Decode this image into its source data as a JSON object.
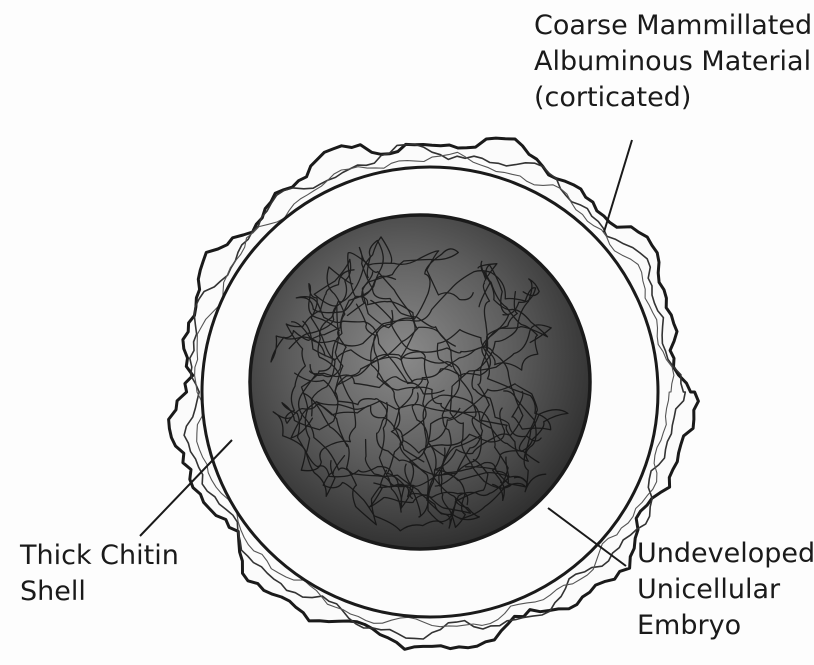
{
  "labels": {
    "coat": [
      "Coarse Mammillated",
      "Albuminous Material",
      "(corticated)"
    ],
    "shell": [
      "Thick Chitin",
      "Shell"
    ],
    "embryo": [
      "Undeveloped",
      "Unicellular",
      "Embryo"
    ]
  },
  "colors": {
    "ink": "#1a1a1a",
    "background": "#fdfdfd",
    "embryo_fill": "#5a5a5a",
    "shell_fill": "#fcfcfc"
  }
}
